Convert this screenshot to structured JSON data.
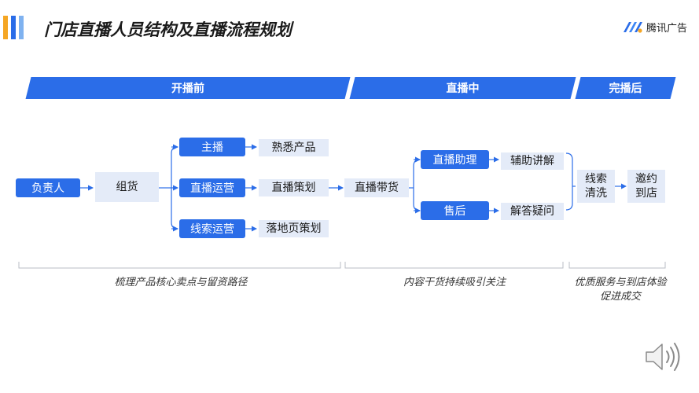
{
  "header": {
    "title": "门店直播人员结构及直播流程规划",
    "brand_name": "腾讯广告",
    "accent_colors": [
      "#f5a623",
      "#2b6de8",
      "#7fb2f0"
    ]
  },
  "phases": [
    "开播前",
    "直播中",
    "完播后"
  ],
  "nodes": {
    "owner": "负责人",
    "assemble": "组货",
    "host": "主播",
    "live_ops": "直播运营",
    "lead_ops": "线索运营",
    "know_product": "熟悉产品",
    "live_plan": "直播策划",
    "landing_plan": "落地页策划",
    "live_selling": "直播带货",
    "live_assistant": "直播助理",
    "after_sales": "售后",
    "assist_explain": "辅助讲解",
    "answer_questions": "解答疑问",
    "lead_clean": "线索\n清洗",
    "invite_store": "邀约\n到店"
  },
  "captions": {
    "pre": "梳理产品核心卖点与留资路径",
    "live": "内容干货持续吸引关注",
    "post": "优质服务与到店体验\n促进成交"
  },
  "icons": {
    "speaker": "speaker-icon",
    "brand_logo": "brand-logo-icon"
  }
}
